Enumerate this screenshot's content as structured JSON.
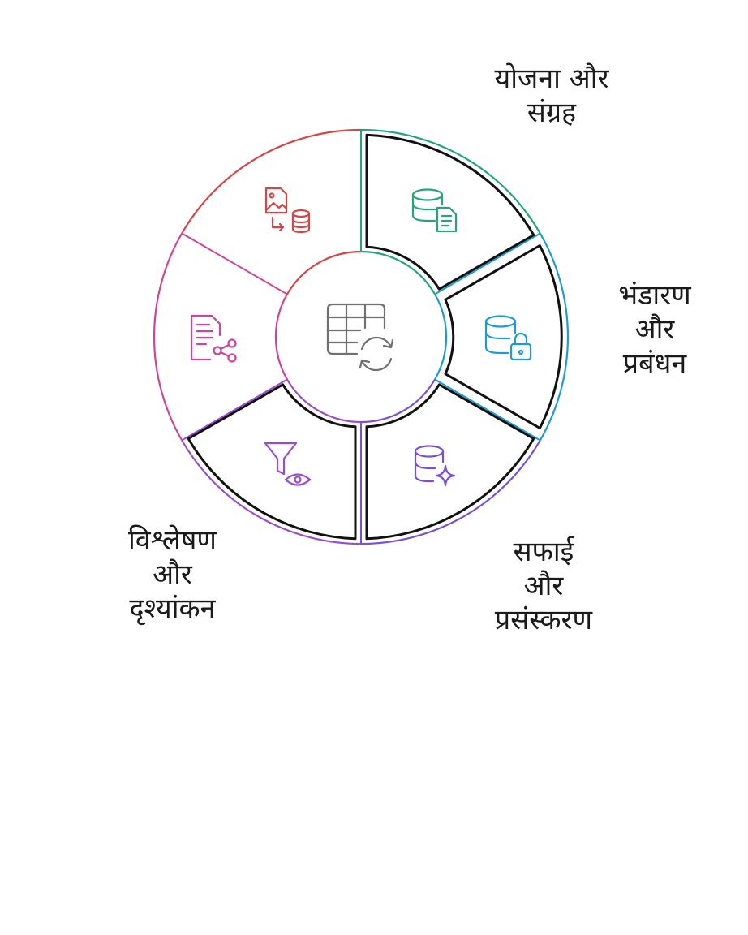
{
  "diagram": {
    "center_icon": "table-sync-icon",
    "segments": [
      {
        "id": "planning-collection",
        "label_lines": [
          "योजना और",
          "संग्रह"
        ],
        "icon": "database-document-icon",
        "color": "#22A67A"
      },
      {
        "id": "storage-management",
        "label_lines": [
          "भंडारण",
          "और",
          "प्रबंधन"
        ],
        "icon": "database-lock-icon",
        "color": "#1E9BD6"
      },
      {
        "id": "cleaning-processing",
        "label_lines": [
          "सफाई",
          "और",
          "प्रसंस्करण"
        ],
        "icon": "database-sparkle-icon",
        "color": "#7A4FD8"
      },
      {
        "id": "analysis-visualization",
        "label_lines": [
          "विश्लेषण",
          "और",
          "दृश्यांकन"
        ],
        "icon": "filter-eye-icon",
        "color": "#9A4CCF"
      },
      {
        "id": "unlabeled-pink",
        "label_lines": [],
        "icon": "document-share-icon",
        "color": "#D1439A"
      },
      {
        "id": "unlabeled-red",
        "label_lines": [],
        "icon": "image-to-database-icon",
        "color": "#D64545"
      }
    ]
  }
}
